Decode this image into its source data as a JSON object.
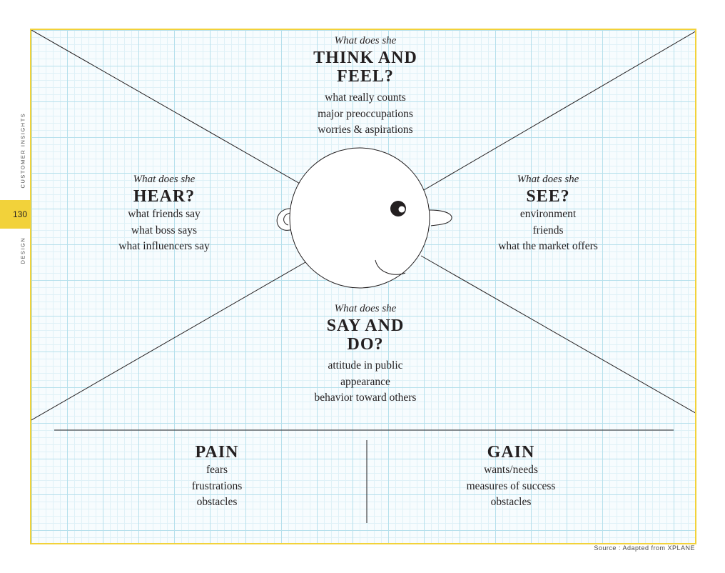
{
  "sidebar": {
    "section_top": "CUSTOMER INSIGHTS",
    "page_number": "130",
    "section_bottom": "DESIGN"
  },
  "diagram": {
    "think": {
      "subtitle": "What does she",
      "title_line1": "THINK AND",
      "title_line2": "FEEL?",
      "items": [
        "what really counts",
        "major preoccupations",
        "worries & aspirations"
      ]
    },
    "hear": {
      "subtitle": "What does she",
      "title": "HEAR?",
      "items": [
        "what friends say",
        "what boss says",
        "what influencers say"
      ]
    },
    "see": {
      "subtitle": "What does she",
      "title": "SEE?",
      "items": [
        "environment",
        "friends",
        "what the market offers"
      ]
    },
    "say": {
      "subtitle": "What does she",
      "title_line1": "SAY AND",
      "title_line2": "DO?",
      "items": [
        "attitude in public",
        "appearance",
        "behavior toward others"
      ]
    },
    "pain": {
      "title": "PAIN",
      "items": [
        "fears",
        "frustrations",
        "obstacles"
      ]
    },
    "gain": {
      "title": "GAIN",
      "items": [
        "wants/needs",
        "measures of success",
        "obstacles"
      ]
    }
  },
  "colors": {
    "frame_border": "#f2d23a",
    "grid_major": "#b6e0ec",
    "grid_minor": "#dff1f7",
    "ink": "#231f20"
  },
  "footer": {
    "source": "Source : Adapted from XPLANE"
  }
}
